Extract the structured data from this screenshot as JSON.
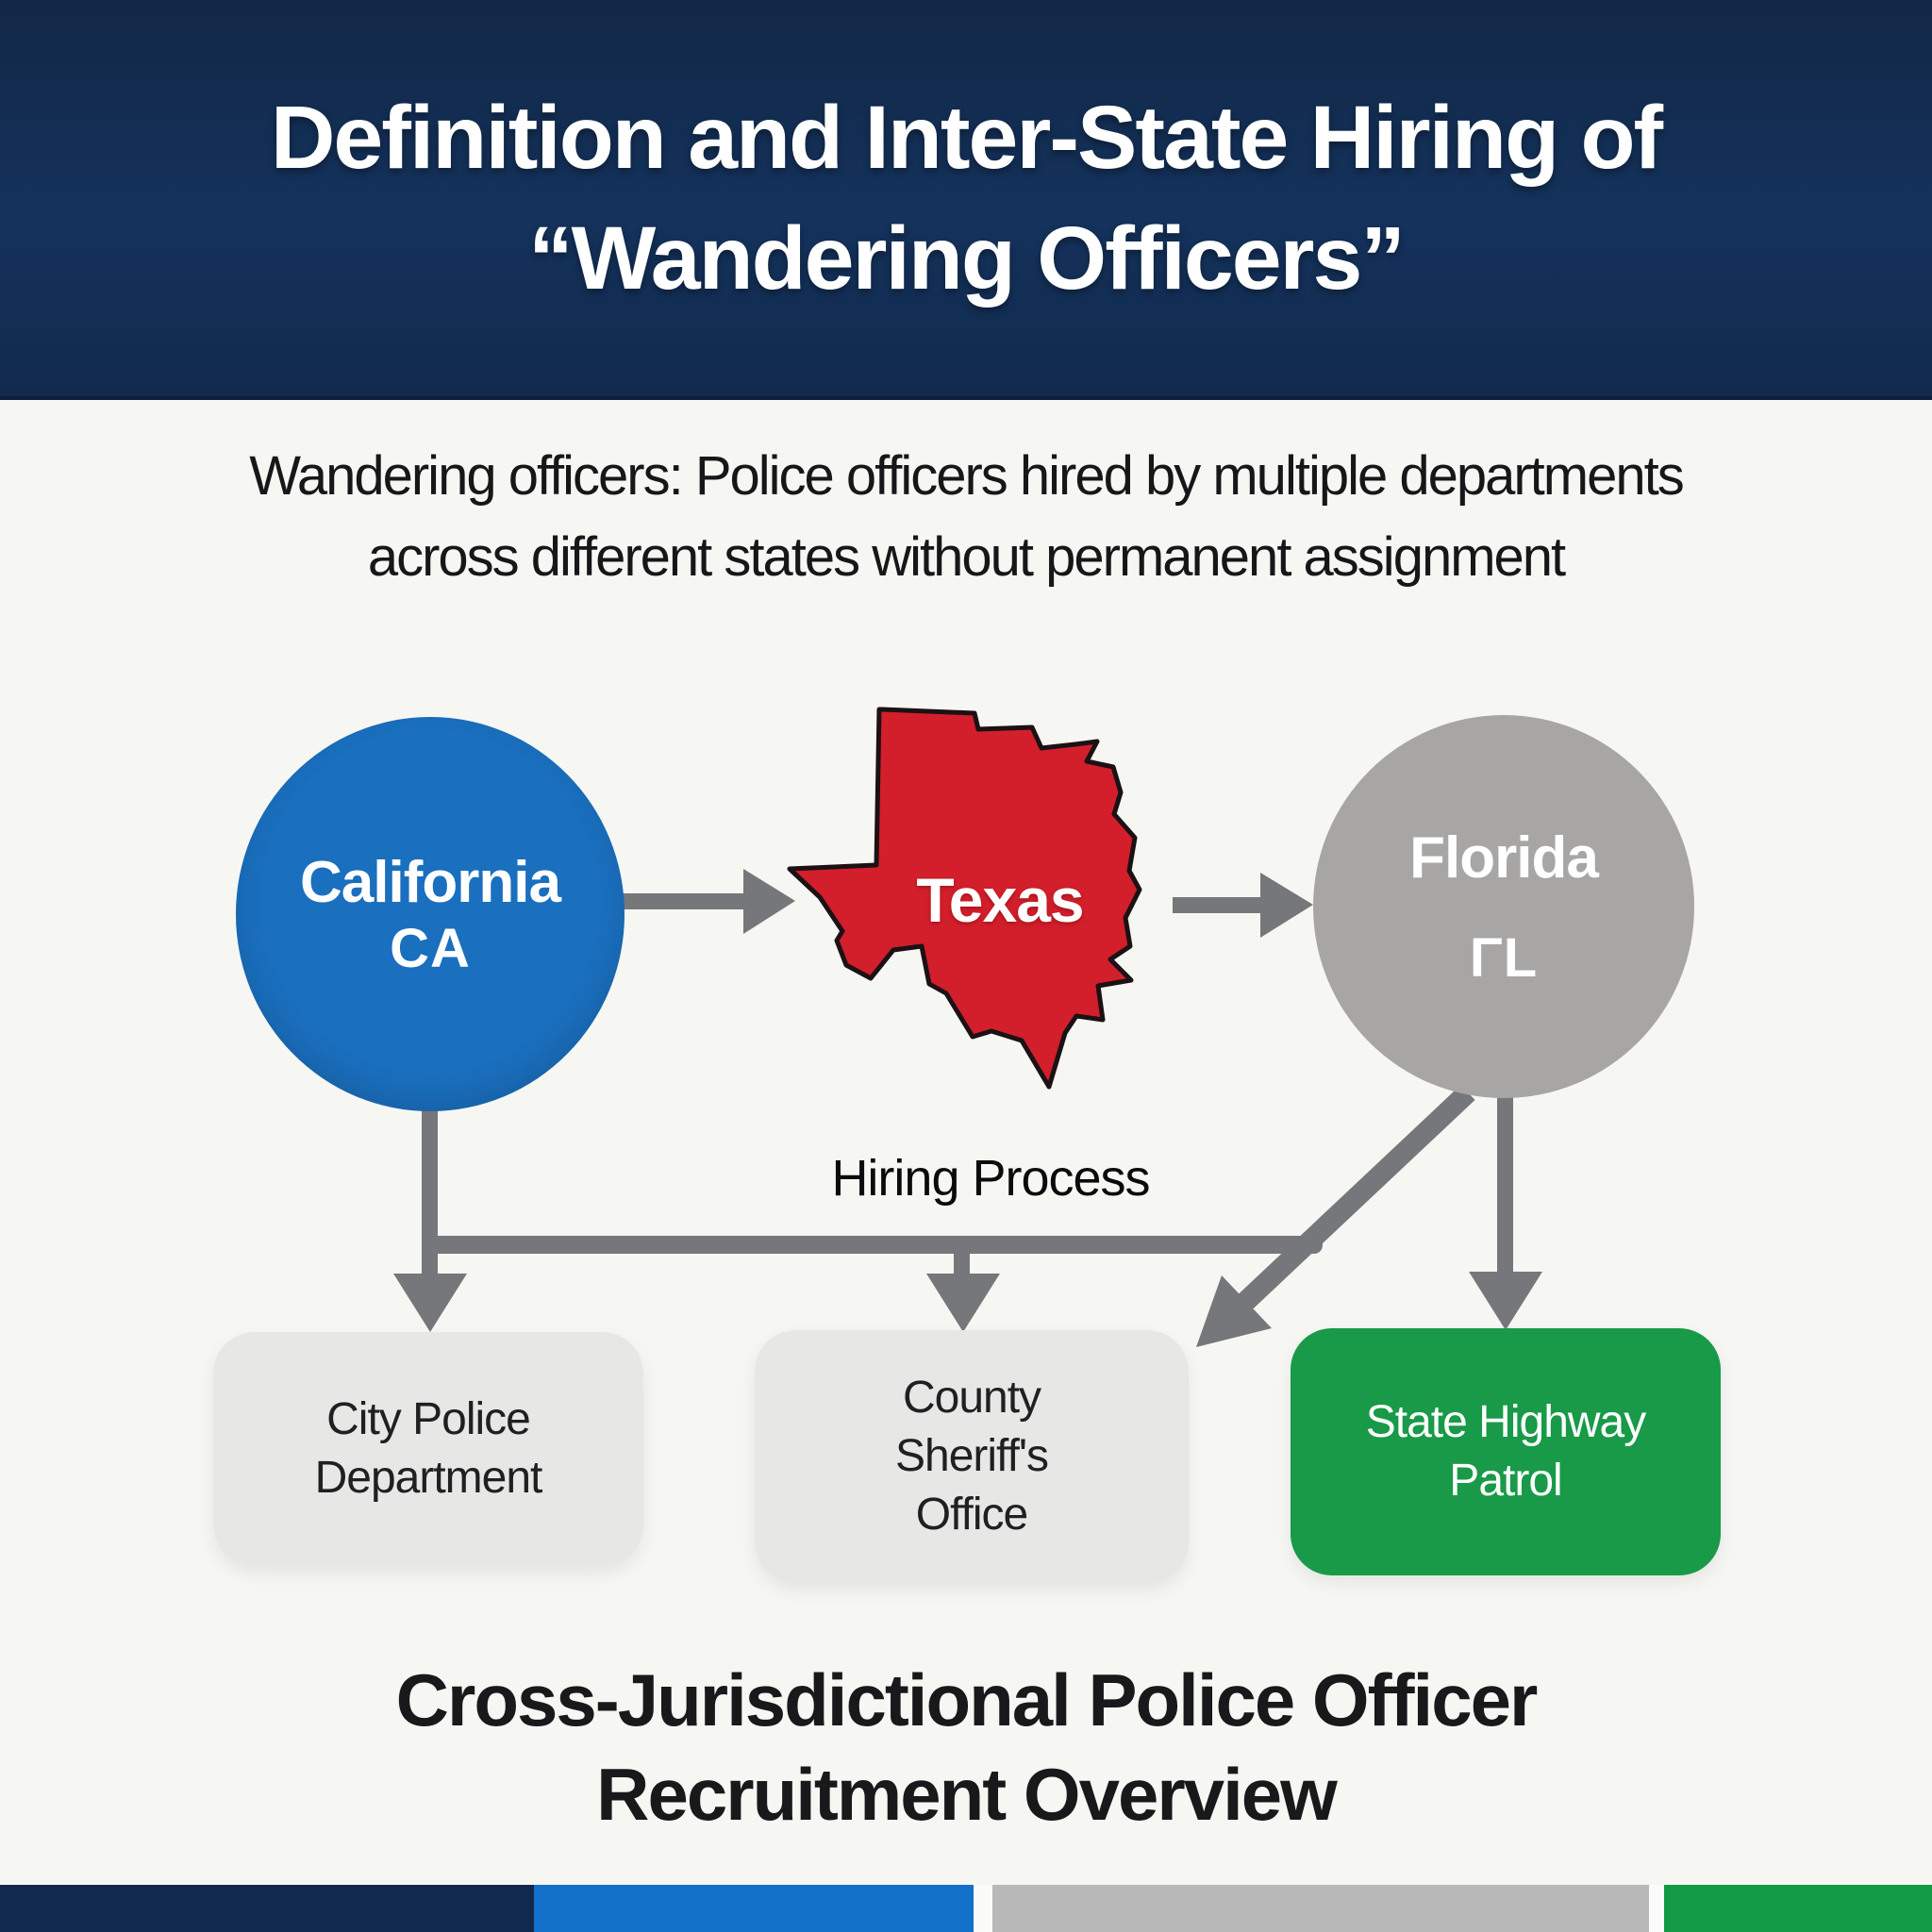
{
  "page": {
    "bg_color": "#f6f6f3"
  },
  "header": {
    "bg_color": "#132a4e",
    "text_color": "#ffffff",
    "title_line1": "Definition and Inter-State Hiring of",
    "title_line2": "“Wandering Officers”"
  },
  "definition": {
    "line1": "Wandering officers: Police officers hired by multiple departments",
    "line2": "across different states without permanent assignment",
    "text_color": "#17171a"
  },
  "flow": {
    "process_label": "Hiring Process",
    "arrow_color": "#76777a",
    "states": [
      {
        "name": "California",
        "abbr": "CA",
        "shape": "circle",
        "fill": "#1a6fbe",
        "text_color": "#ffffff"
      },
      {
        "name": "Texas",
        "abbr": "",
        "shape": "texas-map",
        "fill": "#d21f2b",
        "outline": "#1c1114",
        "text_color": "#ffffff"
      },
      {
        "name": "Florida",
        "abbr": "ΓL",
        "shape": "circle",
        "fill": "#a7a6a4",
        "text_color": "#ffffff"
      }
    ],
    "departments": [
      {
        "line1": "City Police",
        "line2": "Department",
        "fill": "#e7e7e5",
        "text_color": "#202022"
      },
      {
        "line1": "County",
        "line2": "Sheriff's",
        "line3": "Office",
        "fill": "#e7e7e5",
        "text_color": "#202022"
      },
      {
        "line1": "State Highway",
        "line2": "Patrol",
        "fill": "#189a48",
        "text_color": "#ffffff"
      }
    ]
  },
  "footer": {
    "title_line1": "Cross-Jurisdictional Police Officer",
    "title_line2": "Recruitment Overview",
    "text_color": "#19191b",
    "bar_segments": [
      {
        "color": "#12294e"
      },
      {
        "color": "#1371c9"
      },
      {
        "color": "#b9b9b9"
      },
      {
        "color": "#129a45"
      }
    ]
  }
}
